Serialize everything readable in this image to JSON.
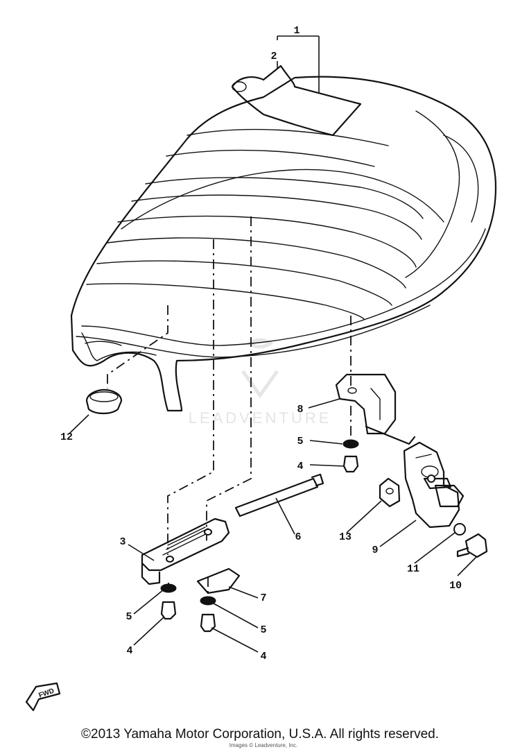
{
  "diagram": {
    "callouts": [
      {
        "id": "c1",
        "label": "1"
      },
      {
        "id": "c2",
        "label": "2"
      },
      {
        "id": "c3",
        "label": "3"
      },
      {
        "id": "c4a",
        "label": "4"
      },
      {
        "id": "c4b",
        "label": "4"
      },
      {
        "id": "c4c",
        "label": "4"
      },
      {
        "id": "c5a",
        "label": "5"
      },
      {
        "id": "c5b",
        "label": "5"
      },
      {
        "id": "c5c",
        "label": "5"
      },
      {
        "id": "c6",
        "label": "6"
      },
      {
        "id": "c7",
        "label": "7"
      },
      {
        "id": "c8",
        "label": "8"
      },
      {
        "id": "c9",
        "label": "9"
      },
      {
        "id": "c10",
        "label": "10"
      },
      {
        "id": "c11",
        "label": "11"
      },
      {
        "id": "c12",
        "label": "12"
      },
      {
        "id": "c13",
        "label": "13"
      }
    ],
    "front_marker": "FWD",
    "watermark": "LEADVENTURE"
  },
  "footer": {
    "copyright": "©2013 Yamaha Motor Corporation, U.S.A. All rights reserved.",
    "small_text": "Images © Leadventure, Inc."
  }
}
